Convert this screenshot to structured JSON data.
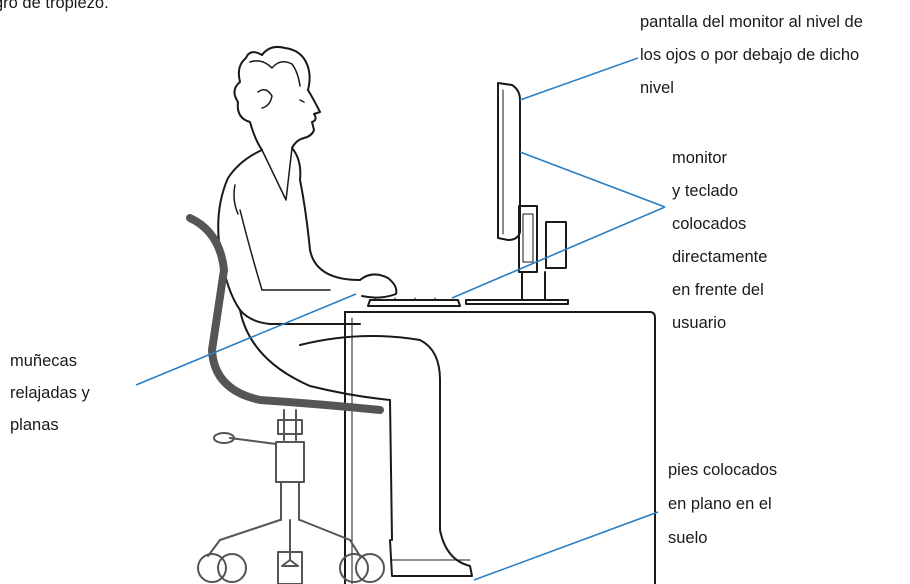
{
  "labels": {
    "top_fragment": "gro de tropiezo.",
    "screen": [
      "pantalla del monitor al nivel de",
      "los ojos o por debajo de dicho",
      "nivel"
    ],
    "monitor": [
      "monitor",
      "y teclado",
      "colocados",
      "directamente",
      "en frente del",
      "usuario"
    ],
    "wrists": [
      "muñecas",
      "relajadas y",
      "planas"
    ],
    "feet": [
      "pies colocados",
      "en plano en el",
      "suelo"
    ]
  },
  "colors": {
    "callout": "#2a7fc4",
    "outline": "#1a1a1a",
    "chair": "#555555"
  }
}
